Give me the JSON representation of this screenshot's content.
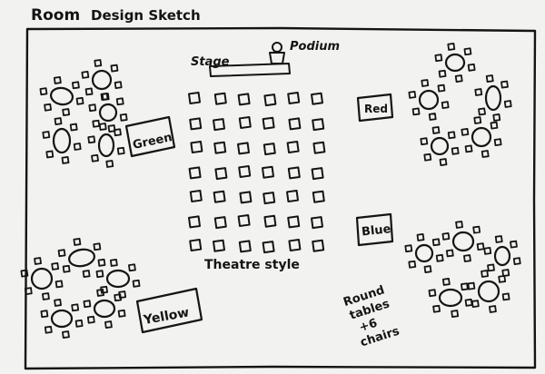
{
  "title_word1": "Room",
  "title_word2": "Design Sketch",
  "labels": {
    "stage": "Stage",
    "podium": "Podium",
    "theatre": "Theatre style",
    "green": "Green",
    "red": "Red",
    "blue": "Blue",
    "yellow": "Yellow",
    "note_line1": "Round",
    "note_line2": "tables",
    "note_line3": "+6",
    "note_line4": "chairs"
  },
  "theatre_rows": 7,
  "theatre_cols": 6
}
